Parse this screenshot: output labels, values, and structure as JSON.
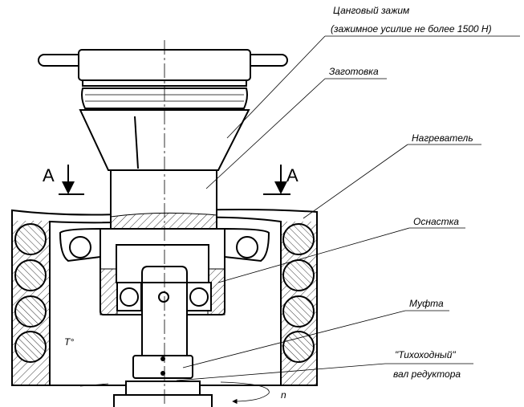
{
  "labels": {
    "collet": "Цанговый зажим",
    "collet_note": "(зажимное усилие не более 1500 Н)",
    "workpiece": "Заготовка",
    "heater": "Нагреватель",
    "tooling": "Оснастка",
    "coupling": "Муфта",
    "shaft_line1": "\"Тихоходный\"",
    "shaft_line2": "вал редуктора",
    "section_left": "A",
    "section_right": "A",
    "temperature": "T°",
    "rotation": "n"
  }
}
